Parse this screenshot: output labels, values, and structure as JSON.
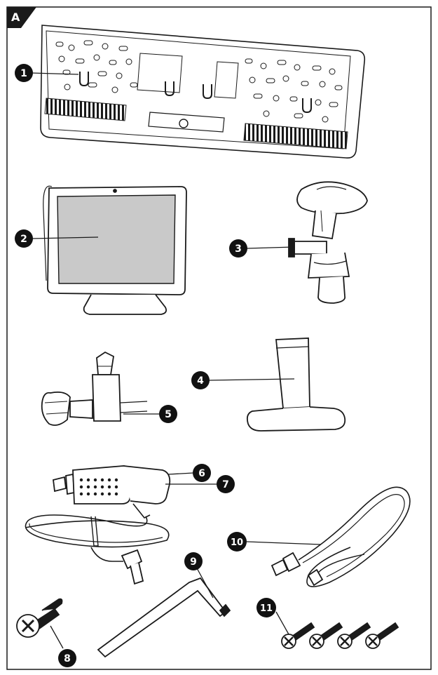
{
  "figure": {
    "panel_label": "A",
    "callouts": [
      "1",
      "2",
      "3",
      "4",
      "5",
      "6",
      "7",
      "8",
      "9",
      "10",
      "11"
    ]
  },
  "colors": {
    "ink": "#1a1a1a",
    "panel_label_bg": "#1a1a1a",
    "screen_fill": "#c9c9c9",
    "badge_bg": "#111111",
    "badge_text": "#ffffff"
  }
}
